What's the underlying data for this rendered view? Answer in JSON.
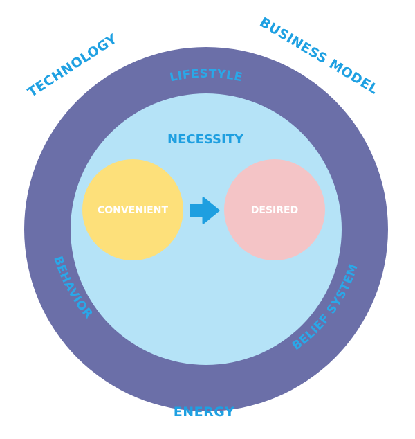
{
  "labels": {
    "technology": "TECHNOLOGY",
    "business_model": "BUSINESS MODEL",
    "lifestyle": "LIFESTYLE",
    "necessity": "NECESSITY",
    "convenient": "CONVENIENT",
    "desired": "DESIRED",
    "behavior": "BEHAVIOR",
    "belief_system": "BELIEF SYSTEM",
    "energy": "ENERGY"
  },
  "colors": {
    "outer_ring": "#6b6fa8",
    "inner_circle": "#b5e3f7",
    "convenient_circle": "#fde07a",
    "desired_circle": "#f4c4c6",
    "arrow": "#1e9fe0",
    "label_blue": "#1ea0e2"
  },
  "icons": {
    "arrow": "right-arrow-icon"
  }
}
